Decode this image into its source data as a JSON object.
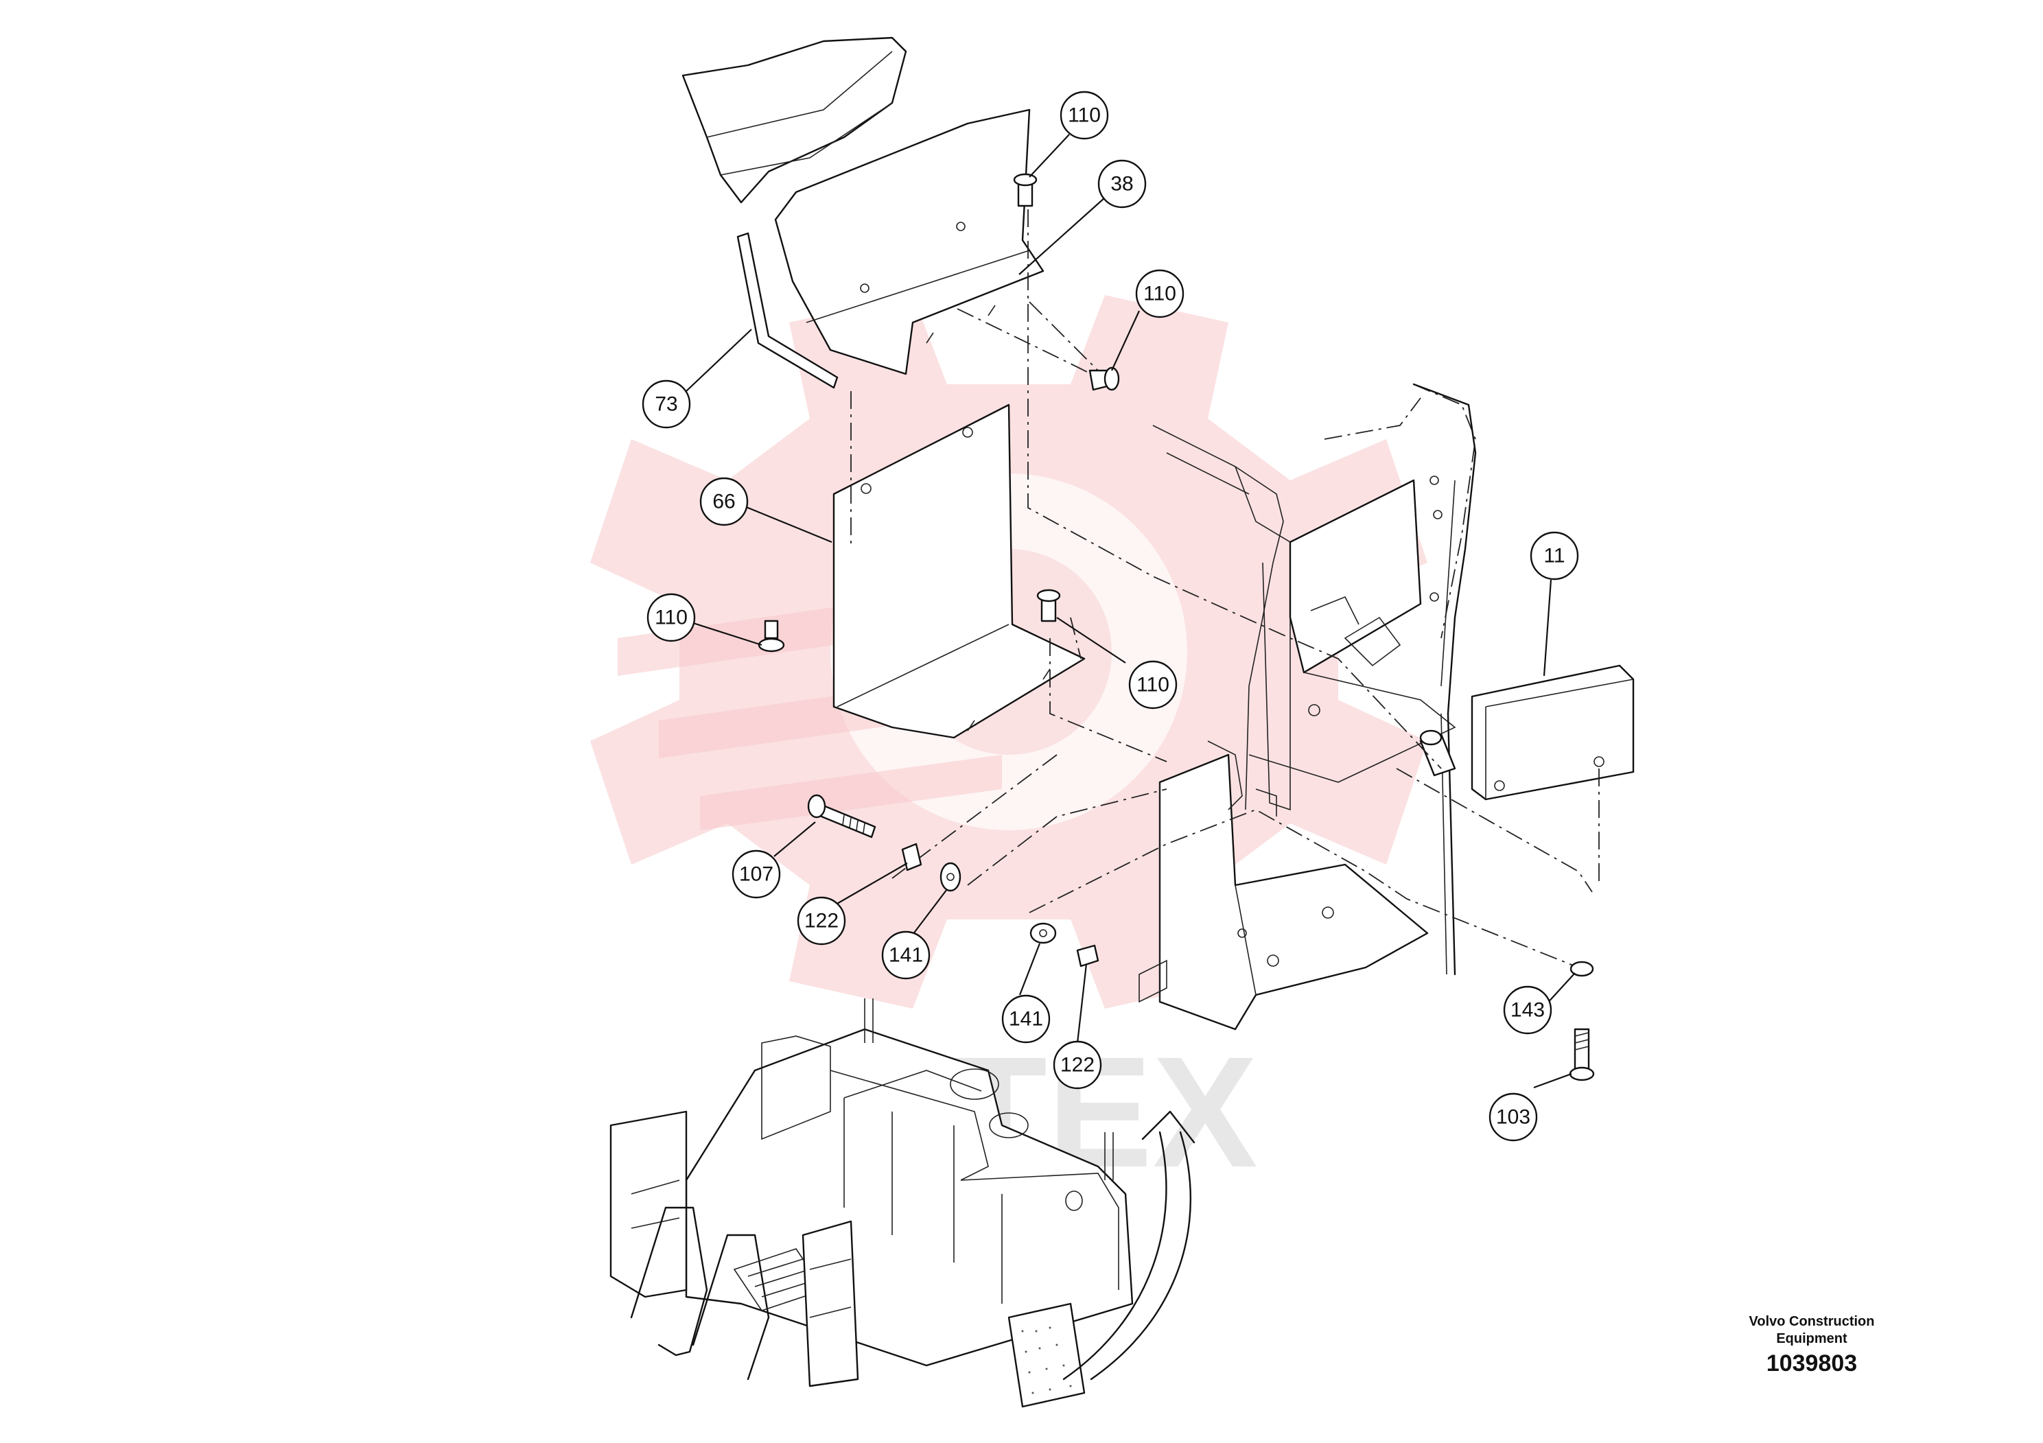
{
  "diagram": {
    "watermark_text": "MITEX",
    "manufacturer_line1": "Volvo Construction",
    "manufacturer_line2": "Equipment",
    "drawing_number": "1039803",
    "callouts": [
      {
        "label": "110"
      },
      {
        "label": "38"
      },
      {
        "label": "110"
      },
      {
        "label": "73"
      },
      {
        "label": "66"
      },
      {
        "label": "110"
      },
      {
        "label": "110"
      },
      {
        "label": "11"
      },
      {
        "label": "107"
      },
      {
        "label": "122"
      },
      {
        "label": "141"
      },
      {
        "label": "141"
      },
      {
        "label": "122"
      },
      {
        "label": "143"
      },
      {
        "label": "103"
      }
    ]
  }
}
